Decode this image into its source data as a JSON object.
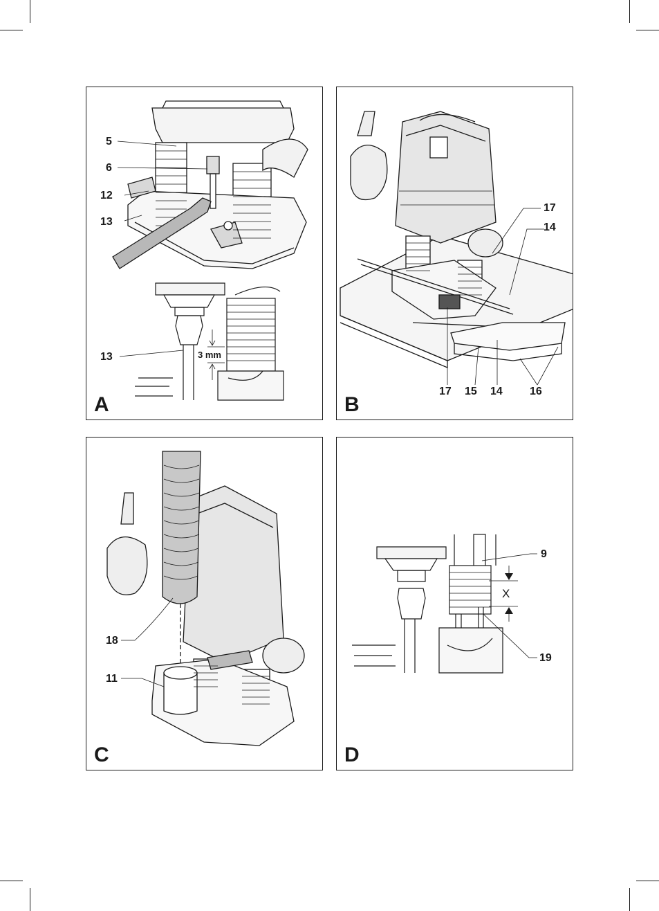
{
  "panels": {
    "A": {
      "letter": "A",
      "callouts": {
        "c5": "5",
        "c6": "6",
        "c12": "12",
        "c13": "13",
        "c13b": "13"
      },
      "dimension": "3 mm"
    },
    "B": {
      "letter": "B",
      "callouts": {
        "c17": "17",
        "c14": "14",
        "c17b": "17",
        "c15": "15",
        "c14b": "14",
        "c16": "16"
      }
    },
    "C": {
      "letter": "C",
      "callouts": {
        "c18": "18",
        "c11": "11"
      }
    },
    "D": {
      "letter": "D",
      "callouts": {
        "c9": "9",
        "c19": "19"
      },
      "dimension": "X"
    }
  }
}
